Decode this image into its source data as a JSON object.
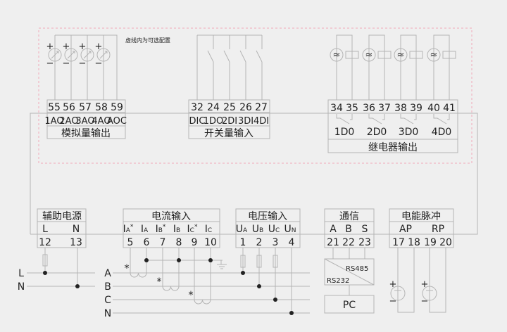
{
  "note": "虚线内为可选配置",
  "analog_output": {
    "title": "模拟量输出",
    "terminals": [
      "55",
      "56",
      "57",
      "58",
      "59"
    ],
    "labels": [
      "1AO",
      "2AO",
      "3AO",
      "4AO",
      "AOC"
    ]
  },
  "switch_input": {
    "title": "开关量输入",
    "terminals": [
      "32",
      "24",
      "25",
      "26",
      "27"
    ],
    "labels": [
      "DIC",
      "1DO",
      "2DI",
      "3DI",
      "4DI"
    ]
  },
  "relay_output": {
    "title": "继电器输出",
    "terminals": [
      "34",
      "35",
      "36",
      "37",
      "38",
      "39",
      "40",
      "41"
    ],
    "labels": [
      "1D0",
      "2D0",
      "3D0",
      "4D0"
    ]
  },
  "aux_power": {
    "title": "辅助电源",
    "labels": [
      "L",
      "N"
    ],
    "terminals": [
      "12",
      "13"
    ]
  },
  "current_input": {
    "title": "电流输入",
    "labels": [
      {
        "main": "I",
        "sub": "A",
        "star": "*"
      },
      {
        "main": "I",
        "sub": "A",
        "star": ""
      },
      {
        "main": "I",
        "sub": "B",
        "star": "*"
      },
      {
        "main": "I",
        "sub": "B",
        "star": ""
      },
      {
        "main": "I",
        "sub": "C",
        "star": "*"
      },
      {
        "main": "I",
        "sub": "C",
        "star": ""
      }
    ],
    "terminals": [
      "5",
      "6",
      "7",
      "8",
      "9",
      "10"
    ]
  },
  "voltage_input": {
    "title": "电压输入",
    "labels": [
      {
        "main": "U",
        "sub": "A"
      },
      {
        "main": "U",
        "sub": "B"
      },
      {
        "main": "U",
        "sub": "C"
      },
      {
        "main": "U",
        "sub": "N"
      }
    ],
    "terminals": [
      "1",
      "2",
      "3",
      "4"
    ]
  },
  "communication": {
    "title": "通信",
    "labels": [
      "A",
      "B",
      "S"
    ],
    "terminals": [
      "21",
      "22",
      "23"
    ],
    "converter_top": "RS485",
    "converter_bottom": "RS232",
    "pc": "PC"
  },
  "energy_pulse": {
    "title": "电能脉冲",
    "labels": [
      "AP",
      "RP"
    ],
    "terminals": [
      "17",
      "18",
      "19",
      "20"
    ]
  },
  "supply_lines": [
    "L",
    "N"
  ],
  "phase_lines": [
    "A",
    "B",
    "C",
    "N"
  ],
  "symbols": {
    "plus": "+",
    "minus": "−",
    "star": "*",
    "ac": "≈"
  }
}
